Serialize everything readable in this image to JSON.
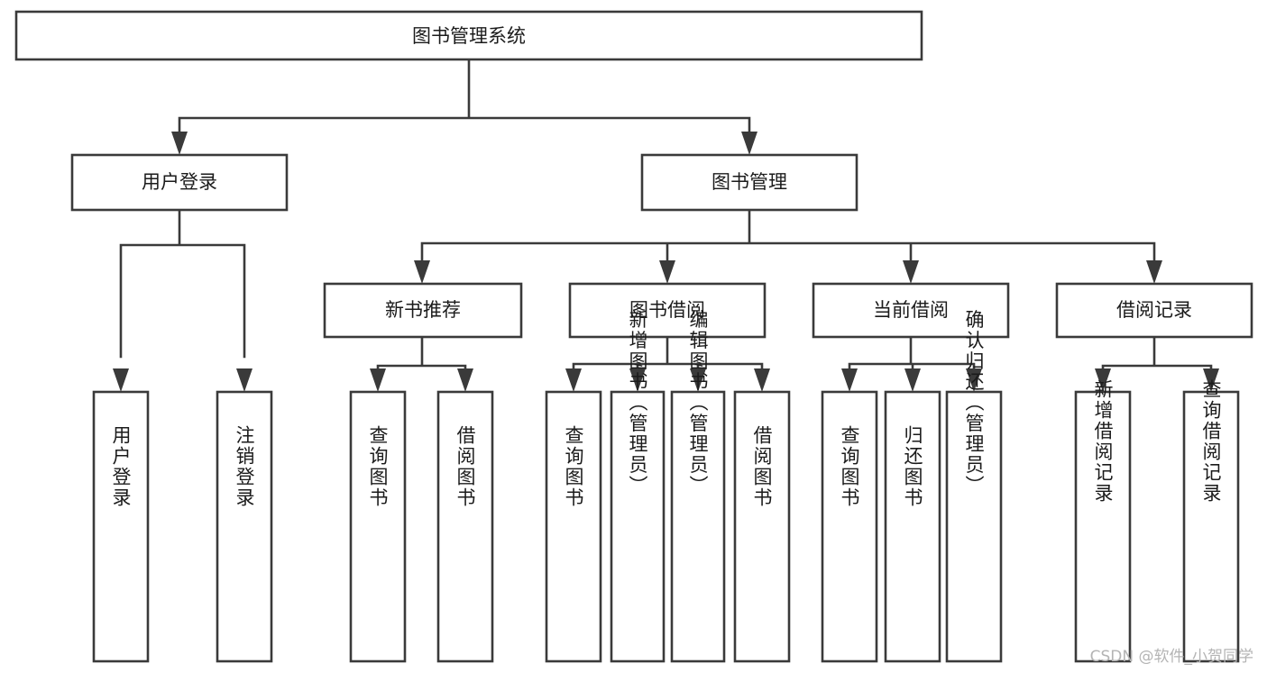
{
  "diagram": {
    "title": "图书管理系统",
    "type": "tree-hierarchy",
    "orientation": "top-down",
    "style": {
      "box_fill": "#ffffff",
      "box_stroke": "#3a3a3a",
      "text_color": "#1b1b1b",
      "background": "#ffffff",
      "watermark_color": "#b4b4b4"
    },
    "root": {
      "id": "root",
      "label": "图书管理系统",
      "orientation": "horizontal"
    },
    "level2": [
      {
        "id": "user-login",
        "label": "用户登录",
        "orientation": "horizontal"
      },
      {
        "id": "book-manage",
        "label": "图书管理",
        "orientation": "horizontal"
      }
    ],
    "level3": [
      {
        "id": "new-book-rec",
        "label": "新书推荐",
        "parent": "book-manage",
        "orientation": "horizontal"
      },
      {
        "id": "book-borrow",
        "label": "图书借阅",
        "parent": "book-manage",
        "orientation": "horizontal"
      },
      {
        "id": "current-borrow",
        "label": "当前借阅",
        "parent": "book-manage",
        "orientation": "horizontal"
      },
      {
        "id": "borrow-record",
        "label": "借阅记录",
        "parent": "book-manage",
        "orientation": "horizontal"
      }
    ],
    "leaves": [
      {
        "id": "leaf-user-login",
        "label": "用户登录",
        "parent": "user-login",
        "orientation": "vertical"
      },
      {
        "id": "leaf-user-logout",
        "label": "注销登录",
        "parent": "user-login",
        "orientation": "vertical"
      },
      {
        "id": "leaf-query-book-1",
        "label": "查询图书",
        "parent": "new-book-rec",
        "orientation": "vertical"
      },
      {
        "id": "leaf-borrow-book-1",
        "label": "借阅图书",
        "parent": "new-book-rec",
        "orientation": "vertical"
      },
      {
        "id": "leaf-query-book-2",
        "label": "查询图书",
        "parent": "book-borrow",
        "orientation": "vertical"
      },
      {
        "id": "leaf-add-book",
        "label": "新增图书（管理员）",
        "parent": "book-borrow",
        "orientation": "vertical"
      },
      {
        "id": "leaf-edit-book",
        "label": "编辑图书（管理员）",
        "parent": "book-borrow",
        "orientation": "vertical"
      },
      {
        "id": "leaf-borrow-book-2",
        "label": "借阅图书",
        "parent": "book-borrow",
        "orientation": "vertical"
      },
      {
        "id": "leaf-query-book-3",
        "label": "查询图书",
        "parent": "current-borrow",
        "orientation": "vertical"
      },
      {
        "id": "leaf-return-book",
        "label": "归还图书",
        "parent": "current-borrow",
        "orientation": "vertical"
      },
      {
        "id": "leaf-confirm-return",
        "label": "确认归还（管理员）",
        "parent": "current-borrow",
        "orientation": "vertical"
      },
      {
        "id": "leaf-add-record",
        "label": "新增借阅记录",
        "parent": "borrow-record",
        "orientation": "vertical"
      },
      {
        "id": "leaf-query-record",
        "label": "查询借阅记录",
        "parent": "borrow-record",
        "orientation": "vertical"
      }
    ]
  },
  "watermark": {
    "text": "CSDN @软件_小贺同学"
  }
}
